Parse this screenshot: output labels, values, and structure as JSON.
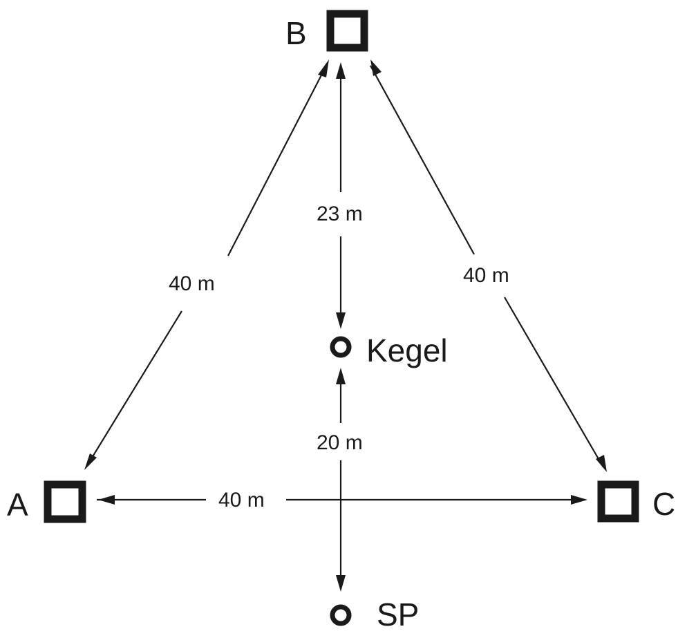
{
  "nodes": {
    "A": {
      "label": "A"
    },
    "B": {
      "label": "B"
    },
    "C": {
      "label": "C"
    },
    "kegel": {
      "label": "Kegel"
    },
    "sp": {
      "label": "SP"
    }
  },
  "distances": {
    "a_b": "40 m",
    "b_c": "40 m",
    "a_c": "40 m",
    "b_kegel": "23 m",
    "kegel_sp": "20 m"
  },
  "colors": {
    "ink": "#1a1a1a",
    "background": "#ffffff"
  }
}
